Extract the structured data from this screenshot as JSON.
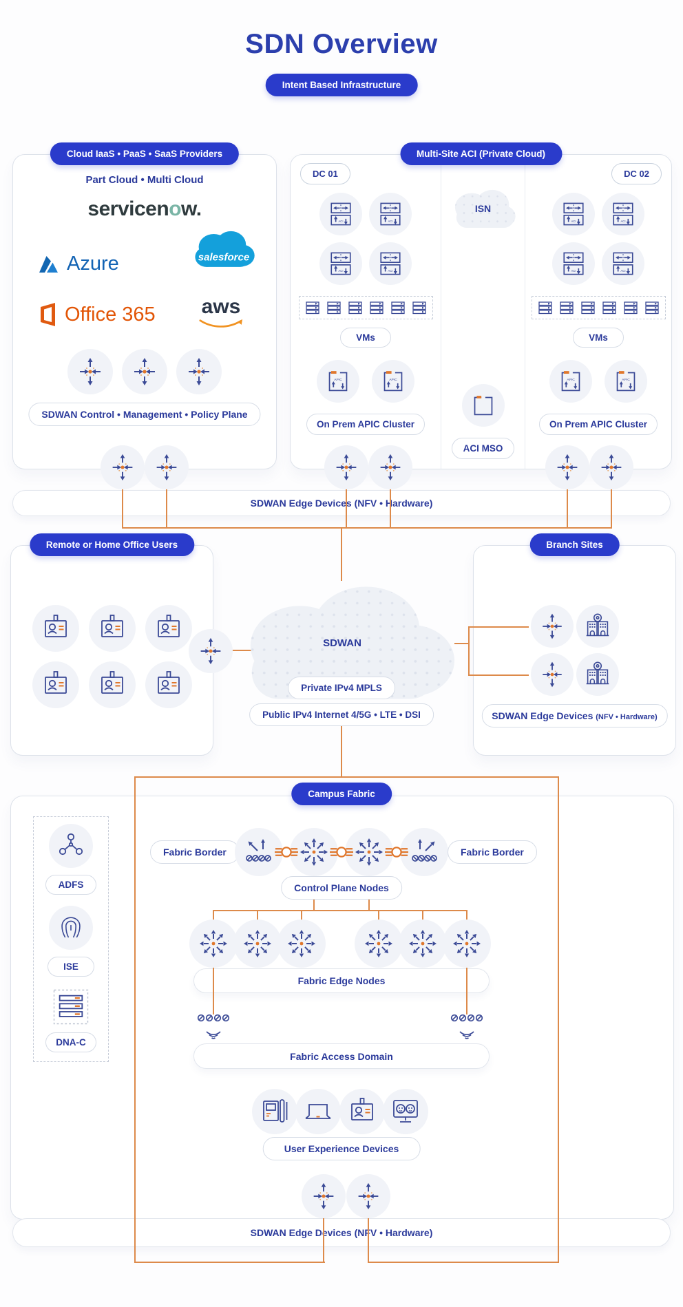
{
  "page": {
    "title": "SDN Overview",
    "intent_pill": "Intent Based Infrastructure"
  },
  "colors": {
    "accent_blue": "#2a3bcb",
    "label_blue": "#2b3a9b",
    "connector_orange": "#dd8a4a",
    "icon_navy": "#3b4a96",
    "icon_orange": "#e0772c"
  },
  "icons": {
    "aci_text": "ACI",
    "apic_text": "APIC"
  },
  "cloud_providers": {
    "header": "Cloud IaaS • PaaS • SaaS Providers",
    "subheader": "Part Cloud • Multi Cloud",
    "logos": {
      "servicenow_pre": "servicen",
      "servicenow_o": "o",
      "servicenow_post": "w.",
      "azure": "Azure",
      "salesforce": "salesforce",
      "office365": "Office 365",
      "aws": "aws"
    },
    "control_label": "SDWAN Control • Management • Policy Plane"
  },
  "multi_site": {
    "header": "Multi-Site ACI (Private Cloud)",
    "dc01_label": "DC 01",
    "dc02_label": "DC 02",
    "isn_label": "ISN",
    "vms_label_left": "VMs",
    "vms_label_right": "VMs",
    "apic_label_left": "On Prem APIC Cluster",
    "apic_label_right": "On Prem APIC Cluster",
    "mso_label": "ACI MSO"
  },
  "edge_bar_top": {
    "label": "SDWAN Edge Devices (NFV • Hardware)"
  },
  "remote_users": {
    "header": "Remote or Home Office Users"
  },
  "wan": {
    "cloud_label": "SDWAN",
    "mpls_label": "Private IPv4 MPLS",
    "internet_label": "Public IPv4 Internet 4/5G • LTE • DSI"
  },
  "branch": {
    "header": "Branch Sites",
    "edge_label": "SDWAN Edge Devices",
    "edge_label_small": "(NFV • Hardware)"
  },
  "campus": {
    "header": "Campus Fabric",
    "adfs_label": "ADFS",
    "ise_label": "ISE",
    "dnac_label": "DNA-C",
    "fabric_border_left": "Fabric Border",
    "fabric_border_right": "Fabric Border",
    "control_plane_label": "Control Plane Nodes",
    "edge_nodes_label": "Fabric Edge Nodes",
    "access_domain_label": "Fabric Access Domain",
    "user_devices_label": "User Experience Devices"
  },
  "edge_bar_bottom": {
    "label": "SDWAN Edge Devices (NFV • Hardware)"
  }
}
